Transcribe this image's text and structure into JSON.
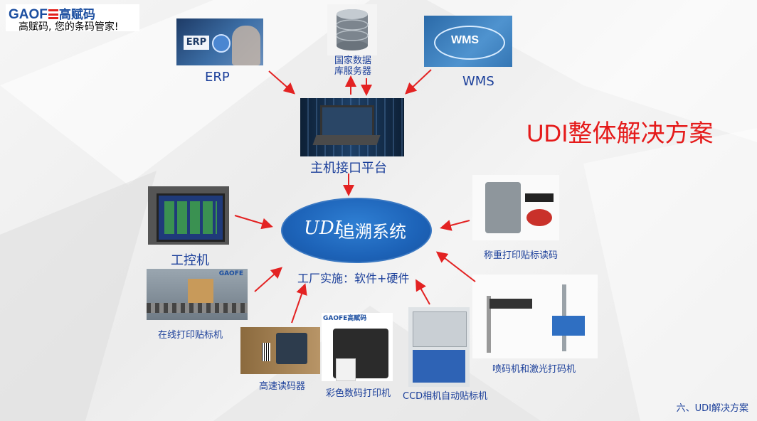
{
  "logo": {
    "brand_latin": "GAOF",
    "brand_cn": "高赋码",
    "slogan": "高赋码, 您的条码管家!"
  },
  "title": "UDI整体解决方案",
  "footer": "六、UDI解决方案",
  "center": {
    "mark": "UDI",
    "label": "追溯系统"
  },
  "factory": "工厂实施：软件+硬件",
  "nodes": {
    "erp": {
      "label": "ERP",
      "badge": "ERP"
    },
    "db": {
      "label_line1": "国家数据",
      "label_line2": "库服务器"
    },
    "wms": {
      "label": "WMS",
      "badge": "WMS"
    },
    "host": {
      "label": "主机接口平台"
    },
    "ipc": {
      "label": "工控机"
    },
    "weigh": {
      "label": "称重打印贴标读码"
    },
    "inline": {
      "label": "在线打印贴标机",
      "brand": "GAOFE"
    },
    "reader": {
      "label": "高速读码器"
    },
    "color_printer": {
      "label": "彩色数码打印机",
      "brand": "GAOFE高赋码"
    },
    "ccd": {
      "label": "CCD相机自动贴标机"
    },
    "inkjet": {
      "label": "喷码机和激光打码机"
    }
  },
  "colors": {
    "accent_blue": "#1b3f9a",
    "title_red": "#e51a1a",
    "arrow_red": "#e32222",
    "ellipse_blue": "#1d63b8"
  }
}
